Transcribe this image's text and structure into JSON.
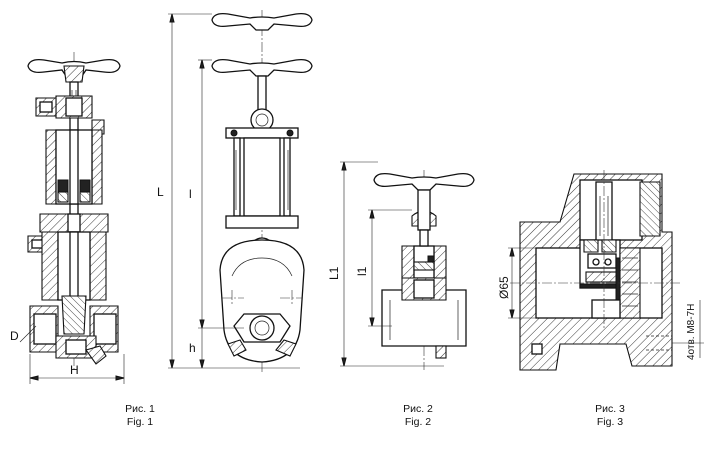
{
  "figures": [
    {
      "caption_ru": "Рис. 1",
      "caption_en": "Fig. 1"
    },
    {
      "caption_ru": "Рис. 2",
      "caption_en": "Fig. 2"
    },
    {
      "caption_ru": "Рис. 3",
      "caption_en": "Fig. 3"
    }
  ],
  "labels": {
    "fig1_D": "D",
    "fig1_H": "H",
    "fig_L": "L",
    "fig_l": "l",
    "fig_h": "h",
    "fig2_L1": "L1",
    "fig2_l1": "l1",
    "fig3_diam": "Ø65",
    "fig3_holes": "4отв. M8-7H"
  }
}
